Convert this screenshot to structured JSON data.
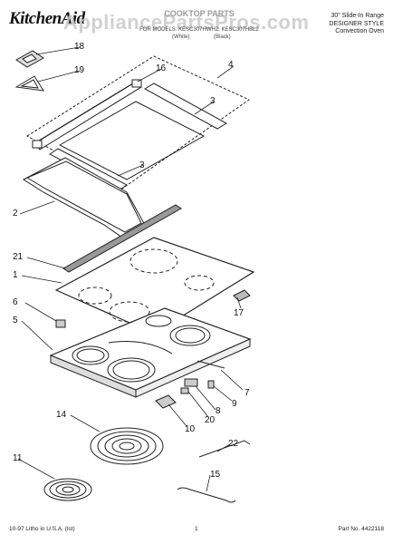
{
  "header": {
    "brand": "KitchenAid",
    "watermark": "AppliancePartsPros.com",
    "section_title": "COOKTOP PARTS",
    "model_line": "FOR MODELS: KESC307HWH2, KESC307HBL2",
    "color_white": "(White)",
    "color_black": "(Black)",
    "range_size": "30\" Slide-In Range",
    "designer_style": "DESIGNER STYLE",
    "oven_type": "Convection Oven"
  },
  "callouts": {
    "c18": "18",
    "c19": "19",
    "c16": "16",
    "c4": "4",
    "c3a": "3",
    "c3b": "3",
    "c2": "2",
    "c21": "21",
    "c1": "1",
    "c6": "6",
    "c17": "17",
    "c5": "5",
    "c7": "7",
    "c9": "9",
    "c8": "8",
    "c20": "20",
    "c10": "10",
    "c14": "14",
    "c22": "22",
    "c11": "11",
    "c15": "15"
  },
  "footer": {
    "litho": "10-97 Litho in U.S.A. (lst)",
    "page": "1",
    "part_no": "Part No. 4422118"
  }
}
